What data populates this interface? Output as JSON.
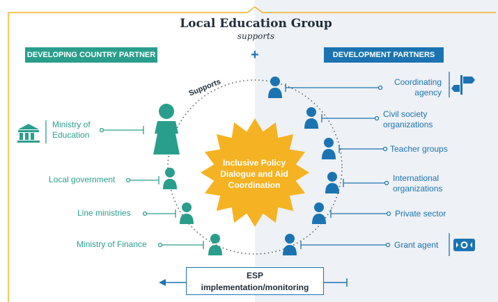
{
  "title": "Local Education Group",
  "subtitle": "supports",
  "banners": {
    "left": "DEVELOPING COUNTRY PARTNER",
    "right": "DEVELOPMENT PARTNERS",
    "plus": "+"
  },
  "ring_label": "Supports",
  "center": {
    "line1": "Inclusive Policy",
    "line2": "Dialogue and Aid",
    "line3": "Coordination"
  },
  "left_actors": {
    "ministry_education": [
      "Ministry of",
      "Education"
    ],
    "local_government": "Local government",
    "line_ministries": "Line ministries",
    "ministry_finance": "Ministry of Finance"
  },
  "right_actors": {
    "coordinating_agency": [
      "Coordinating",
      "agency"
    ],
    "civil_society": [
      "Civil society",
      "organizations"
    ],
    "teacher_groups": "Teacher groups",
    "international_orgs": [
      "International",
      "organizations"
    ],
    "private_sector": "Private sector",
    "grant_agent": "Grant agent"
  },
  "esp": {
    "line1": "ESP",
    "line2": "implementation/monitoring"
  },
  "colors": {
    "teal": "#2a9e8c",
    "blue": "#1b74b1",
    "sun": "#f5b323",
    "left_bg": "#ffffff",
    "right_bg": "#eef1f6"
  },
  "icons": [
    "bank-icon",
    "signpost-icon",
    "money-icon",
    "person-icon",
    "sun-icon"
  ]
}
